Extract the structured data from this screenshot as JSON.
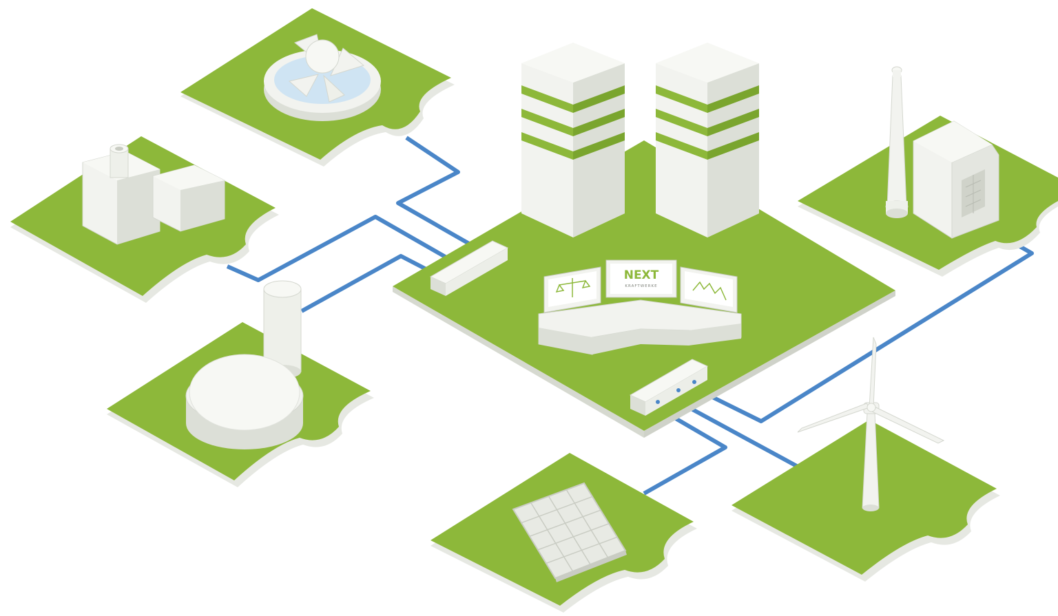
{
  "logo": {
    "brand": "NEXT",
    "subtitle": "KRAFTWERKE"
  },
  "palette": {
    "grass": "#8db83a",
    "grass_edge": "#6f9a26",
    "tile_base": "#e6e8e2",
    "structure": "#f2f3ef",
    "structure_shade": "#dcdfd7",
    "structure_dark": "#c9ccc3",
    "cable": "#4a86c8",
    "water": "#cfe4f3",
    "screen_accent": "#8db83a"
  },
  "units": [
    {
      "name": "control-center",
      "type": "virtual power plant control room"
    },
    {
      "name": "hydro-turbine",
      "type": "hydro power"
    },
    {
      "name": "industrial-plant",
      "type": "industrial consumer"
    },
    {
      "name": "biogas-plant",
      "type": "biogas"
    },
    {
      "name": "chimney-house",
      "type": "combined heat and power"
    },
    {
      "name": "solar-panel",
      "type": "solar"
    },
    {
      "name": "wind-turbine",
      "type": "wind"
    }
  ]
}
